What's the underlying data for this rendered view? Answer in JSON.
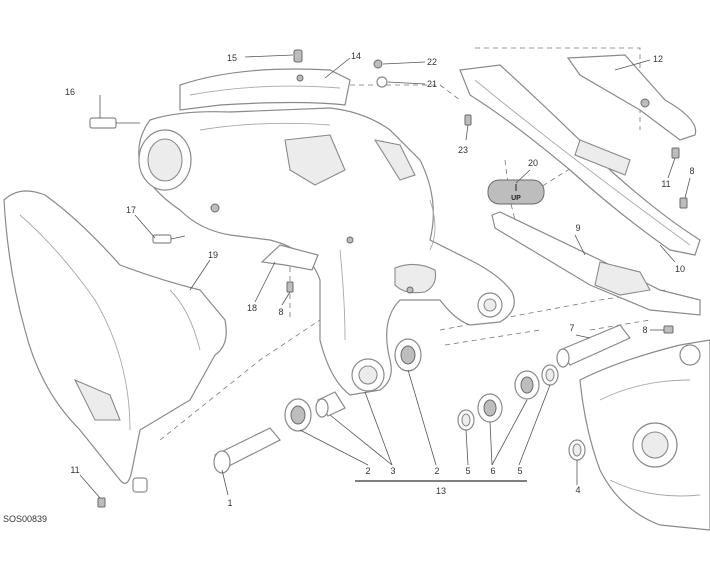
{
  "diagram": {
    "code": "SOS00839",
    "part_numbers": [
      "1",
      "2",
      "3",
      "4",
      "5",
      "6",
      "7",
      "8",
      "9",
      "10",
      "11",
      "12",
      "13",
      "14",
      "15",
      "16",
      "17",
      "18",
      "19",
      "20",
      "21",
      "22",
      "23"
    ],
    "grommet_text": "UP"
  },
  "callouts": [
    {
      "label": "15"
    },
    {
      "label": "14"
    },
    {
      "label": "22"
    },
    {
      "label": "21"
    },
    {
      "label": "16"
    },
    {
      "label": "17"
    },
    {
      "label": "19"
    },
    {
      "label": "18"
    },
    {
      "label": "8"
    },
    {
      "label": "23"
    },
    {
      "label": "20"
    },
    {
      "label": "12"
    },
    {
      "label": "11"
    },
    {
      "label": "8"
    },
    {
      "label": "9"
    },
    {
      "label": "10"
    },
    {
      "label": "8"
    },
    {
      "label": "7"
    },
    {
      "label": "11"
    },
    {
      "label": "1"
    },
    {
      "label": "2"
    },
    {
      "label": "3"
    },
    {
      "label": "2"
    },
    {
      "label": "5"
    },
    {
      "label": "6"
    },
    {
      "label": "5"
    },
    {
      "label": "13"
    },
    {
      "label": "4"
    }
  ]
}
